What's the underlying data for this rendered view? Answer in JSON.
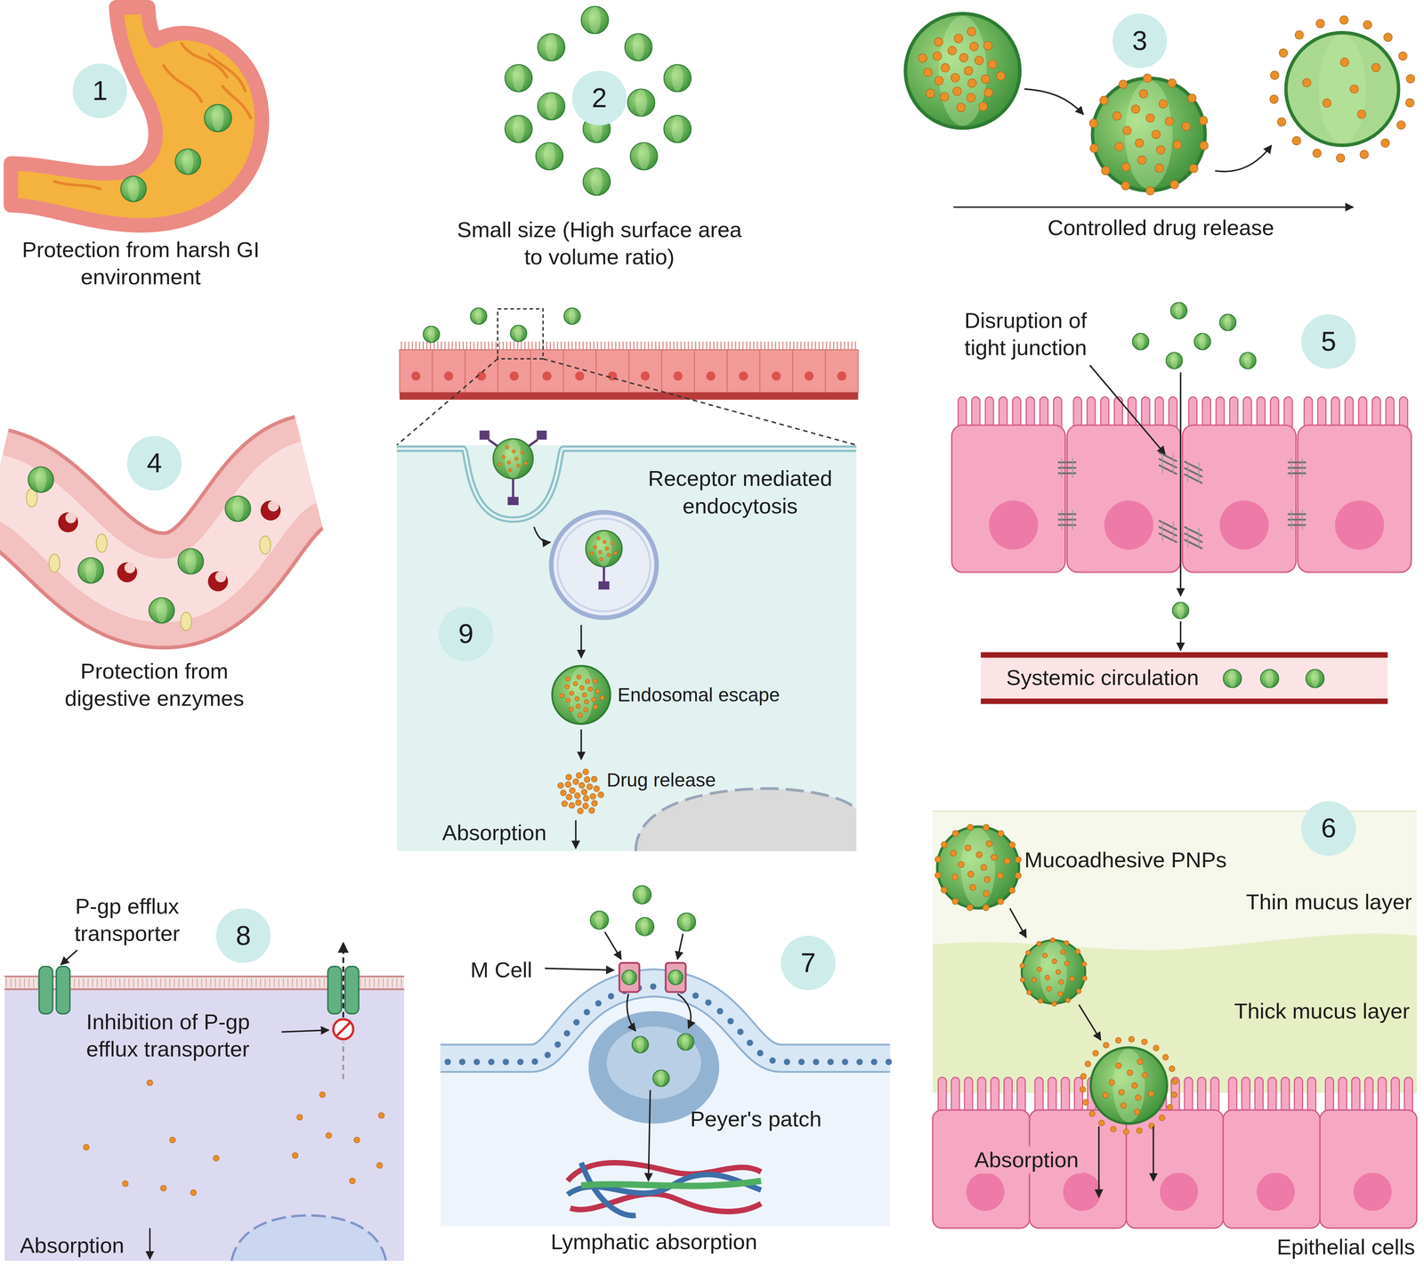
{
  "diagram": {
    "nodes": [
      {
        "text": [
          "1"
        ]
      },
      {
        "text": [
          "2"
        ]
      },
      {
        "text": [
          "3"
        ]
      },
      {
        "text": [
          "4"
        ]
      },
      {
        "text": [
          "Receptor mediated endocytosis",
          "Endosomal escape",
          "Drug release",
          "Absorption"
        ]
      },
      {
        "text": [
          "9"
        ],
        "in": 4
      },
      {
        "text": [
          "5"
        ]
      },
      {
        "text": [
          "Systemic circulation"
        ]
      },
      {
        "text": [
          "6"
        ]
      },
      {
        "text": [
          "8"
        ]
      },
      {
        "text": [
          "Inhibition of P-gp efflux transporter",
          "Absorption"
        ]
      },
      {
        "text": [
          "7"
        ]
      }
    ],
    "labels": [
      "Protection from harsh GI environment",
      "Small size (High surface area to volume ratio)",
      "Controlled drug release",
      "Disruption of tight junction",
      "Protection from digestive enzymes",
      "Mucoadhesive PNPs",
      "Thin mucus layer",
      "Thick mucus layer",
      "Absorption",
      "P-gp efflux transporter",
      "M Cell",
      "Peyer's patch",
      "Lymphatic absorption",
      "Epithelial cells"
    ]
  }
}
